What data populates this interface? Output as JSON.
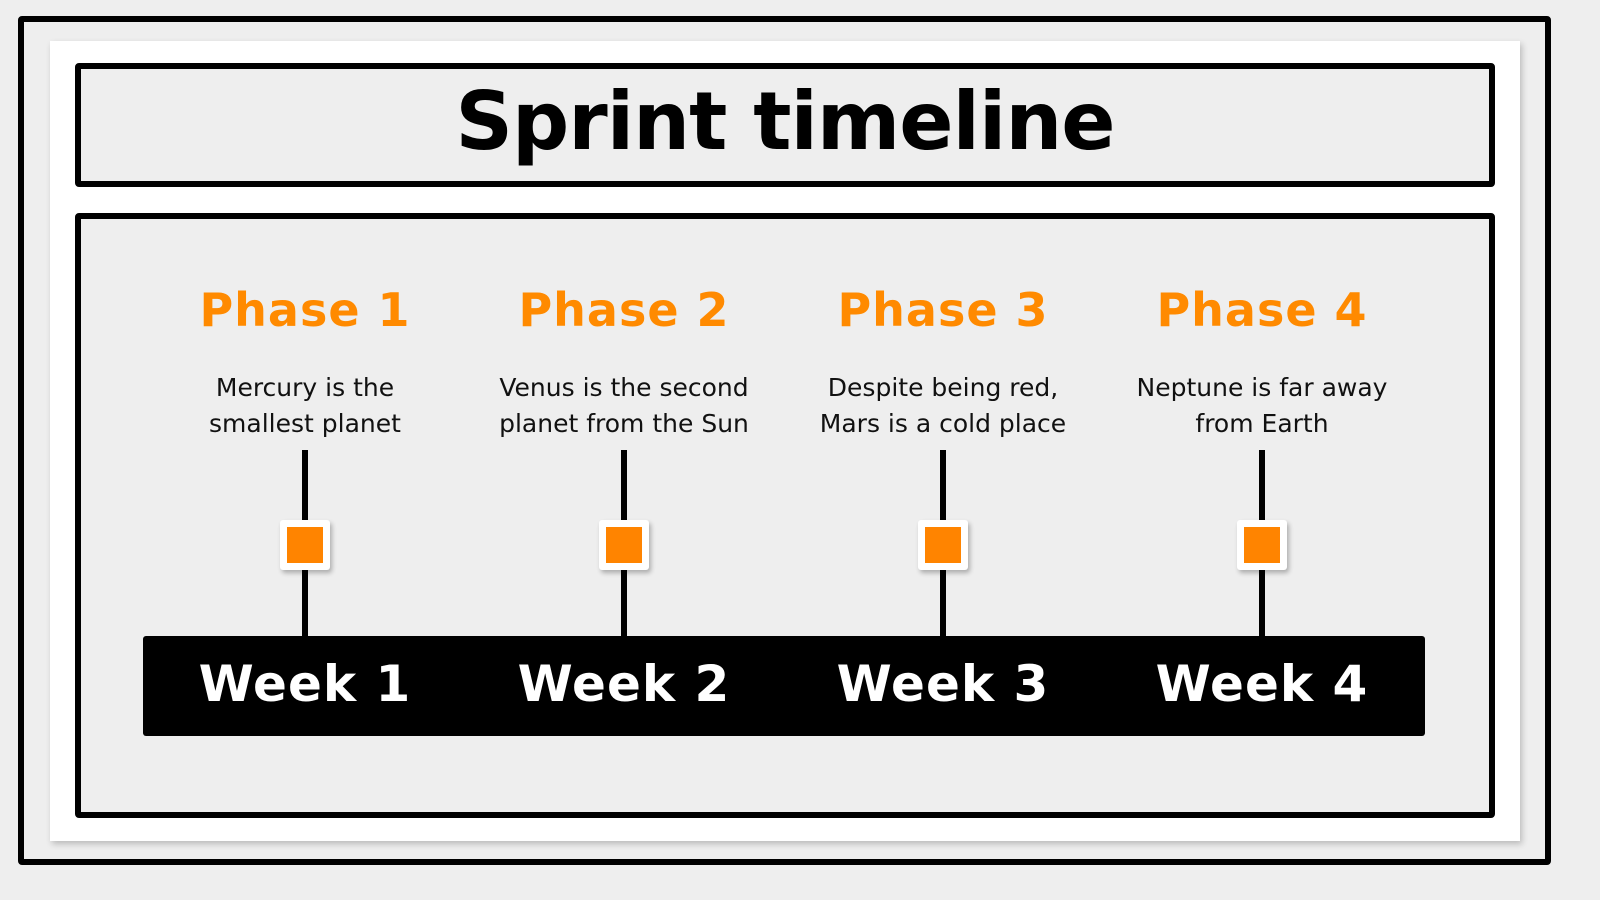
{
  "slide": {
    "title": "Sprint timeline",
    "colors": {
      "background": "#eeeeee",
      "card": "#ffffff",
      "border": "#000000",
      "accent": "#ff8a00",
      "week_bar": "#000000",
      "week_text": "#ffffff"
    }
  },
  "phases": [
    {
      "title": "Phase 1",
      "desc_line1": "Mercury is the",
      "desc_line2": "smallest planet",
      "week": "Week 1",
      "marker_icon": "orange-square-marker"
    },
    {
      "title": "Phase 2",
      "desc_line1": "Venus is the second",
      "desc_line2": "planet from the Sun",
      "week": "Week 2",
      "marker_icon": "orange-square-marker"
    },
    {
      "title": "Phase 3",
      "desc_line1": "Despite being red,",
      "desc_line2": "Mars is a cold place",
      "week": "Week 3",
      "marker_icon": "orange-square-marker"
    },
    {
      "title": "Phase 4",
      "desc_line1": "Neptune is far away",
      "desc_line2": "from Earth",
      "week": "Week 4",
      "marker_icon": "orange-square-marker"
    }
  ]
}
